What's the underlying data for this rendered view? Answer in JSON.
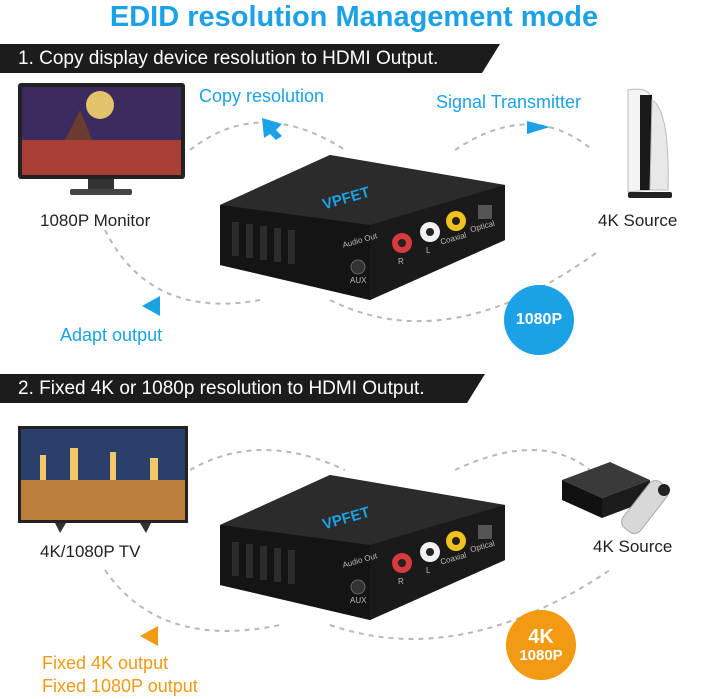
{
  "title": "EDID resolution Management mode",
  "section1": {
    "heading": "1. Copy display device resolution to HDMI Output.",
    "monitor_label": "1080P Monitor",
    "source_label": "4K Source",
    "copy_label": "Copy resolution",
    "signal_label": "Signal Transmitter",
    "adapt_label": "Adapt output",
    "badge": "1080P"
  },
  "section2": {
    "heading": "2. Fixed 4K or 1080p resolution to HDMI Output.",
    "tv_label": "4K/1080P TV",
    "source_label": "4K Source",
    "fixed_4k_label": "Fixed 4K output",
    "fixed_1080_label": "Fixed 1080P output",
    "badge_line1": "4K",
    "badge_line2": "1080P"
  },
  "device": {
    "brand": "VPFET",
    "port_labels": [
      "Audio Out",
      "AUX",
      "R",
      "L",
      "Coaxial",
      "Optical"
    ]
  },
  "colors": {
    "accent_blue": "#1ba1e6",
    "accent_orange": "#f29a12",
    "banner": "#1c1c1c"
  }
}
